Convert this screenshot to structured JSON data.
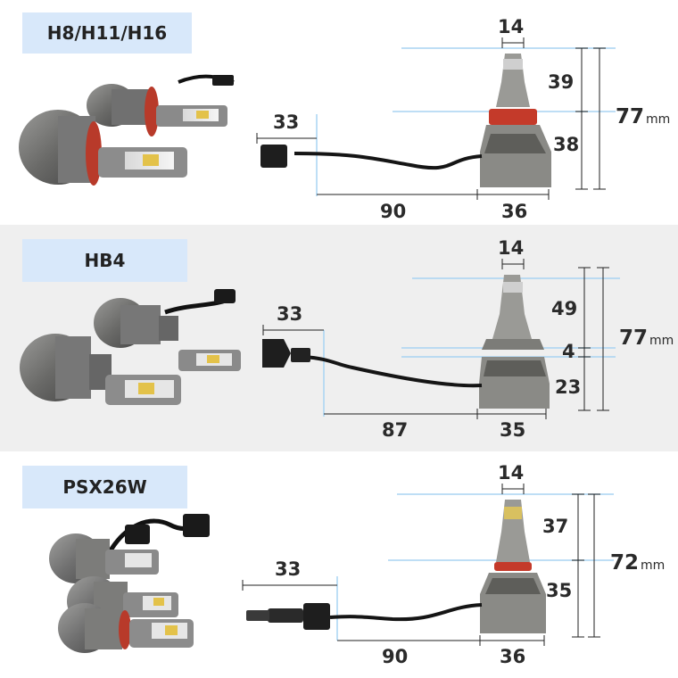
{
  "unit": "mm",
  "panels": [
    {
      "label": "H8/H11/H16",
      "dims": {
        "top_width": "14",
        "upper_height": "39",
        "lower_height": "38",
        "total_height": "77",
        "plug_width": "33",
        "cable_length": "90",
        "base_width": "36"
      }
    },
    {
      "label": "HB4",
      "dims": {
        "top_width": "14",
        "upper_height": "49",
        "flange_height": "4",
        "lower_height": "23",
        "total_height": "77",
        "plug_width": "33",
        "cable_length": "87",
        "base_width": "35"
      }
    },
    {
      "label": "PSX26W",
      "dims": {
        "top_width": "14",
        "upper_height": "37",
        "lower_height": "35",
        "total_height": "72",
        "plug_width": "33",
        "cable_length": "90",
        "base_width": "36"
      }
    }
  ]
}
